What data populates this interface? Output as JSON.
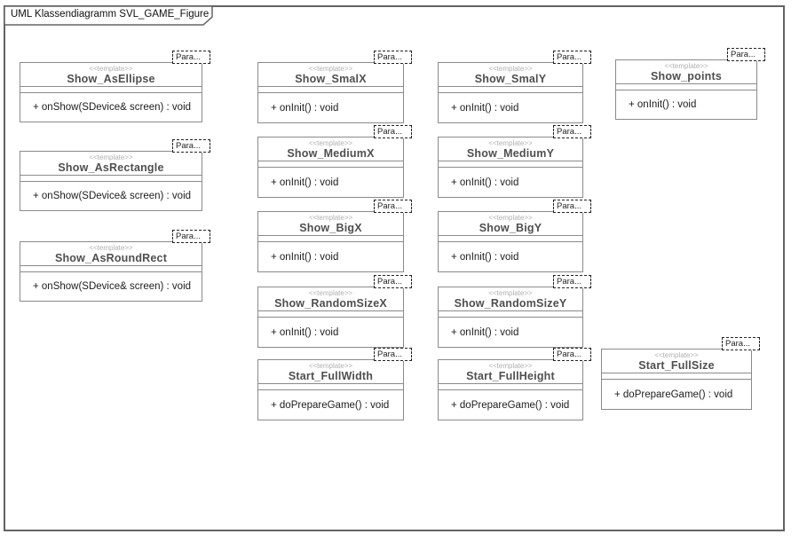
{
  "frame": {
    "label": "UML Klassendiagramm SVL_GAME_Figure"
  },
  "param_label": "Para...",
  "colors": {
    "frame_border": "#636363",
    "class_border": "#8a8a8a",
    "class_name_text": "#4f4f4f",
    "stereotype_text": "#b0b0b0",
    "operation_text": "#1c1c1c",
    "background": "#ffffff"
  },
  "classes": [
    {
      "name": "Show_AsEllipse",
      "stereotype": "<<template>>",
      "operation": "+ onShow(SDevice& screen) : void"
    },
    {
      "name": "Show_AsRectangle",
      "stereotype": "<<template>>",
      "operation": "+ onShow(SDevice& screen) : void"
    },
    {
      "name": "Show_AsRoundRect",
      "stereotype": "<<template>>",
      "operation": "+ onShow(SDevice& screen) : void"
    },
    {
      "name": "Show_SmalX",
      "stereotype": "<<template>>",
      "operation": "+ onInit() : void"
    },
    {
      "name": "Show_MediumX",
      "stereotype": "<<template>>",
      "operation": "+ onInit() : void"
    },
    {
      "name": "Show_BigX",
      "stereotype": "<<template>>",
      "operation": "+ onInit() : void"
    },
    {
      "name": "Show_RandomSizeX",
      "stereotype": "<<template>>",
      "operation": "+ onInit() : void"
    },
    {
      "name": "Start_FullWidth",
      "stereotype": "<<template>>",
      "operation": "+ doPrepareGame() : void"
    },
    {
      "name": "Show_SmalY",
      "stereotype": "<<template>>",
      "operation": "+ onInit() : void"
    },
    {
      "name": "Show_MediumY",
      "stereotype": "<<template>>",
      "operation": "+ onInit() : void"
    },
    {
      "name": "Show_BigY",
      "stereotype": "<<template>>",
      "operation": "+ onInit() : void"
    },
    {
      "name": "Show_RandomSizeY",
      "stereotype": "<<template>>",
      "operation": "+ onInit() : void"
    },
    {
      "name": "Start_FullHeight",
      "stereotype": "<<template>>",
      "operation": "+ doPrepareGame() : void"
    },
    {
      "name": "Show_points",
      "stereotype": "<<template>>",
      "operation": "+ onInit() : void"
    },
    {
      "name": "Start_FullSize",
      "stereotype": "<<template>>",
      "operation": "+ doPrepareGame() : void"
    }
  ]
}
